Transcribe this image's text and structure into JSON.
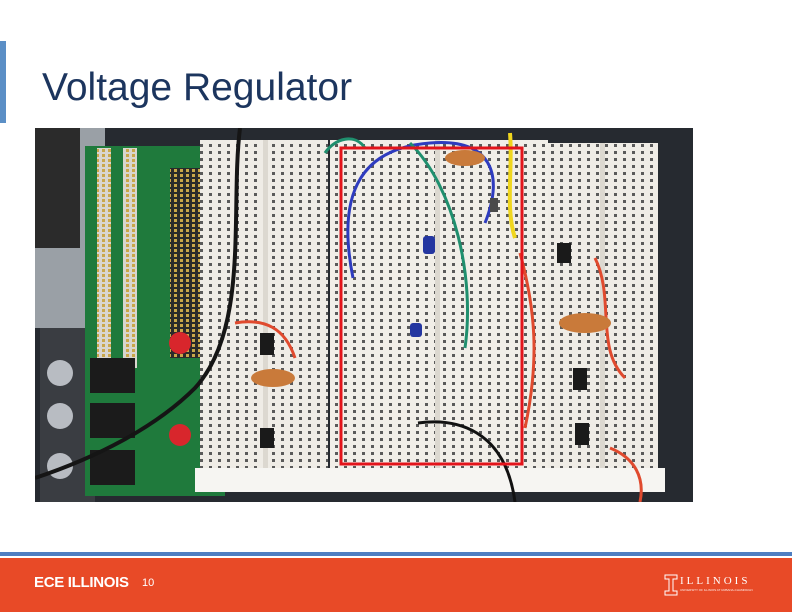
{
  "slide": {
    "title": "Voltage Regulator",
    "page_number": "10"
  },
  "footer": {
    "brand": "ECE ILLINOIS",
    "logo_text": "ILLINOIS",
    "logo_subtext": "UNIVERSITY OF ILLINOIS AT URBANA-CHAMPAIGN"
  },
  "colors": {
    "title": "#1c355e",
    "accent_bar": "#5b8fc6",
    "footer_line": "#4f7ec1",
    "footer_background": "#e84a27",
    "highlight_box": "#e3141b"
  },
  "image": {
    "subject": "breadboard-photo",
    "highlight": "red-rectangle"
  }
}
